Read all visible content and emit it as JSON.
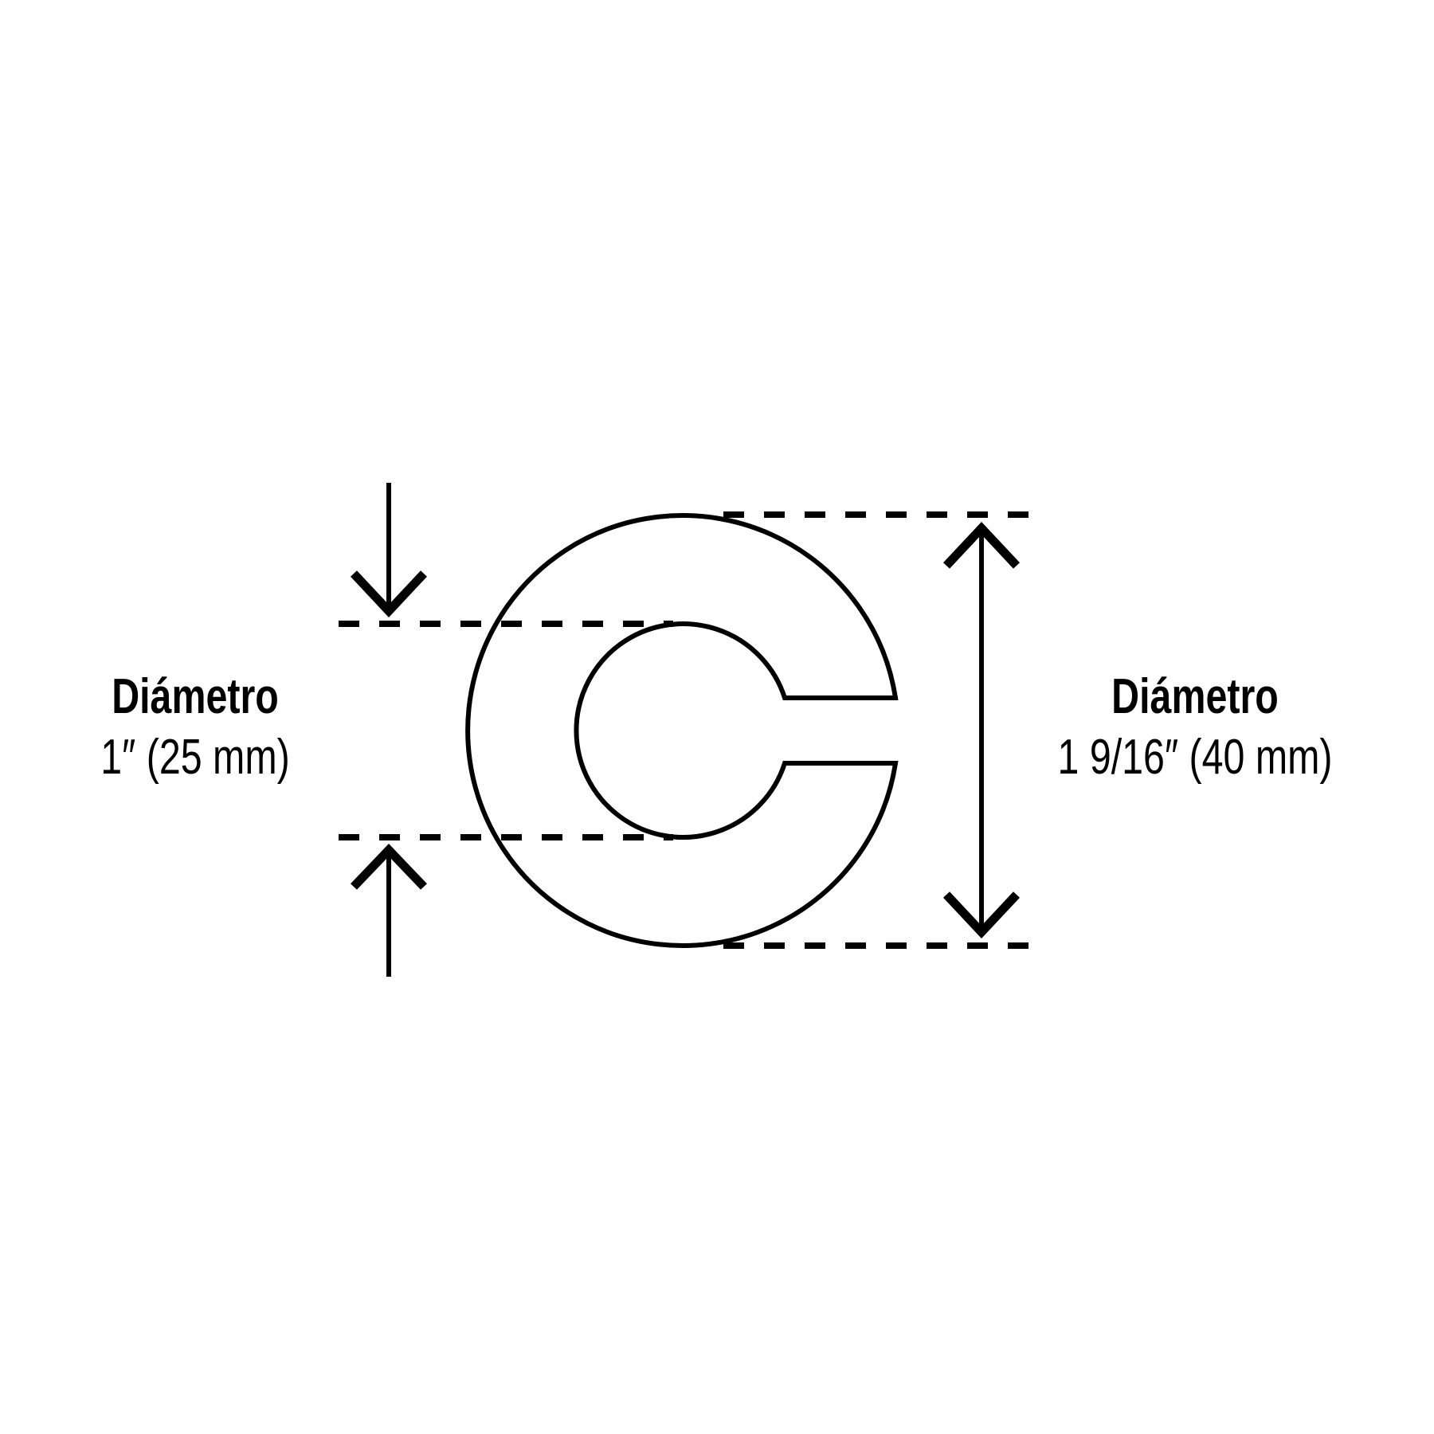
{
  "diagram": {
    "type": "dimension-drawing",
    "shape": "C-ring (open ring / snap washer profile)",
    "line_color": "#000000",
    "background_color": "#ffffff"
  },
  "inner_dimension": {
    "title": "Diámetro",
    "value": "1″ (25 mm)"
  },
  "outer_dimension": {
    "title": "Diámetro",
    "value": "1 9/16″ (40 mm)"
  }
}
